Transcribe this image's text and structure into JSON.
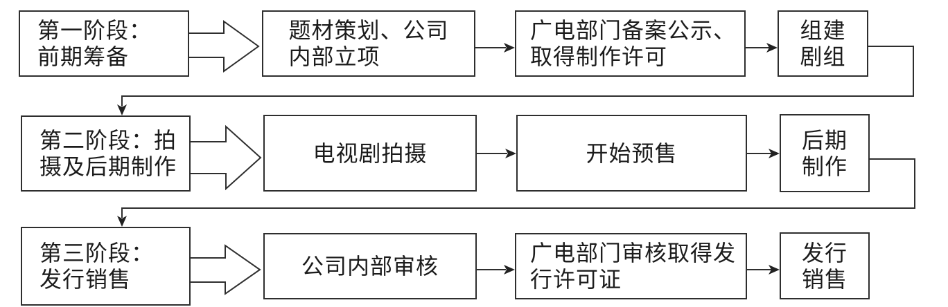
{
  "diagram": {
    "title": "",
    "rows": [
      {
        "stage": {
          "lines": [
            "第一阶段：",
            "前期筹备"
          ]
        },
        "steps": [
          {
            "lines": [
              "题材策划、公司",
              "内部立项"
            ]
          },
          {
            "lines": [
              "广电部门备案公示、",
              "取得制作许可"
            ]
          },
          {
            "lines": [
              "组建",
              "剧组"
            ]
          }
        ]
      },
      {
        "stage": {
          "lines": [
            "第二阶段：拍",
            "摄及后期制作"
          ]
        },
        "steps": [
          {
            "lines": [
              "电视剧拍摄"
            ]
          },
          {
            "lines": [
              "开始预售"
            ]
          },
          {
            "lines": [
              "后期",
              "制作"
            ]
          }
        ]
      },
      {
        "stage": {
          "lines": [
            "第三阶段：",
            "发行销售"
          ]
        },
        "steps": [
          {
            "lines": [
              "公司内部审核"
            ]
          },
          {
            "lines": [
              "广电部门审核取得发",
              "行许可证"
            ]
          },
          {
            "lines": [
              "发行",
              "销售"
            ]
          }
        ]
      }
    ]
  }
}
